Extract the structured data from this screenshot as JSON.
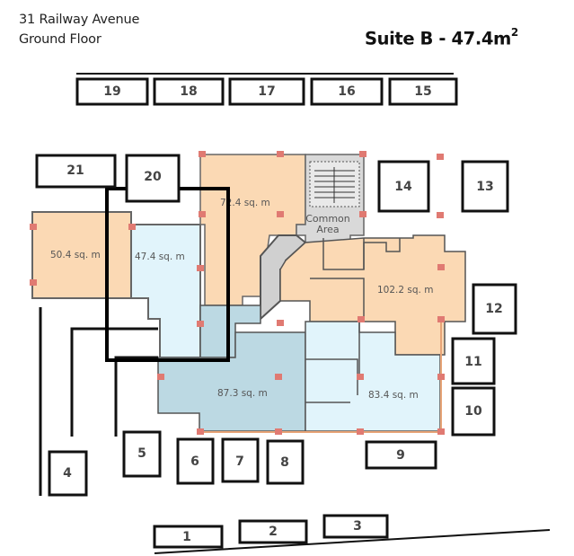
{
  "header": {
    "address_line1": "31 Railway Avenue",
    "address_line2": "Ground Floor",
    "suite_title": "Suite B - 47.4m",
    "suite_title_sup": "2"
  },
  "units": [
    {
      "id": "unit-50-4",
      "label": "50.4 sq. m",
      "color": "#fbd9b4"
    },
    {
      "id": "unit-47-4",
      "label": "47.4 sq. m",
      "color": "#e1f4fb",
      "highlighted": true
    },
    {
      "id": "unit-72-4",
      "label": "72.4 sq. m",
      "color": "#fbd9b4"
    },
    {
      "id": "unit-102-2",
      "label": "102.2 sq. m",
      "color": "#fbd9b4"
    },
    {
      "id": "unit-87-3",
      "label": "87.3 sq. m",
      "color": "#bcd9e3"
    },
    {
      "id": "unit-83-4",
      "label": "83.4 sq. m",
      "color": "#e1f4fb"
    }
  ],
  "common_area": {
    "line1": "Common",
    "line2": "Area",
    "color": "#d9d9d9"
  },
  "parking": [
    {
      "n": "1"
    },
    {
      "n": "2"
    },
    {
      "n": "3"
    },
    {
      "n": "4"
    },
    {
      "n": "5"
    },
    {
      "n": "6"
    },
    {
      "n": "7"
    },
    {
      "n": "8"
    },
    {
      "n": "9"
    },
    {
      "n": "10"
    },
    {
      "n": "11"
    },
    {
      "n": "12"
    },
    {
      "n": "13"
    },
    {
      "n": "14"
    },
    {
      "n": "15"
    },
    {
      "n": "16"
    },
    {
      "n": "17"
    },
    {
      "n": "18"
    },
    {
      "n": "19"
    },
    {
      "n": "20"
    },
    {
      "n": "21"
    }
  ],
  "colors": {
    "tenancy_orange": "#fbd9b4",
    "tenancy_light_blue": "#e1f4fb",
    "tenancy_blue": "#bcd9e3",
    "column_marker": "#e07a72",
    "highlight_outline": "#000000"
  }
}
